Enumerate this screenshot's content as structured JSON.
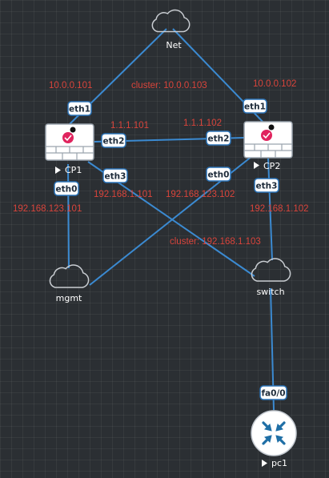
{
  "nodes": {
    "net": {
      "label": "Net",
      "icon": "cloud-icon"
    },
    "cp1": {
      "label": "CP1",
      "icon": "firewall-icon"
    },
    "cp2": {
      "label": "CP2",
      "icon": "firewall-icon"
    },
    "mgmt": {
      "label": "mgmt",
      "icon": "cloud-icon"
    },
    "switch": {
      "label": "switch",
      "icon": "cloud-icon"
    },
    "pc1": {
      "label": "pc1",
      "icon": "router-icon"
    }
  },
  "ports": {
    "cp1_eth1": "eth1",
    "cp1_eth2": "eth2",
    "cp1_eth3": "eth3",
    "cp1_eth0": "eth0",
    "cp2_eth1": "eth1",
    "cp2_eth2": "eth2",
    "cp2_eth0": "eth0",
    "cp2_eth3": "eth3",
    "pc1_fa0": "fa0/0"
  },
  "annotations": {
    "cp1_eth1_ip": "10.0.0.101",
    "cp2_eth1_ip": "10.0.0.102",
    "cluster_net": "cluster: 10.0.0.103",
    "cp1_eth2_ip": "1.1.1.101",
    "cp2_eth2_ip": "1.1.1.102",
    "cp1_eth3_ip": "192.168.1.101",
    "cp2_eth0_ip": "192.168.123.102",
    "cp1_eth0_ip": "192.168.123.101",
    "cp2_eth3_ip": "192.168.1.102",
    "cluster_lan": "cluster: 192.168.1.103"
  },
  "colors": {
    "background": "#2b2f33",
    "link": "#3b8ad1",
    "annotation": "#d9443b",
    "firewall_accent": "#e0245e"
  }
}
